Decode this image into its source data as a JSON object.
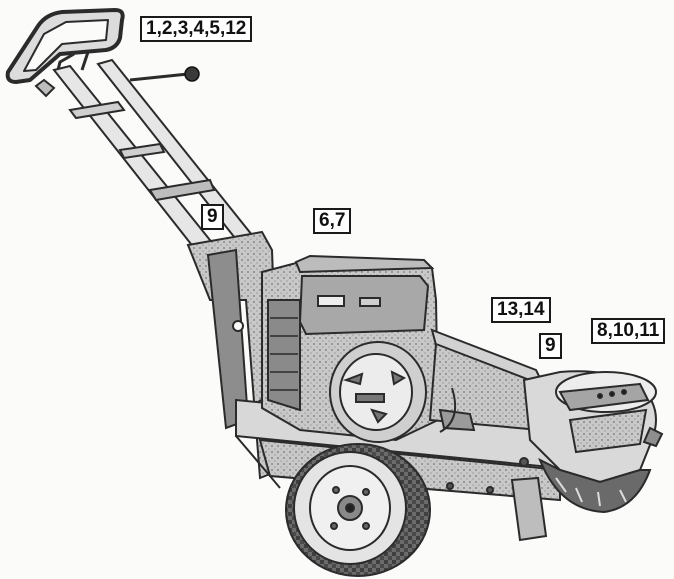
{
  "callouts": {
    "handle": "1,2,3,4,5,12",
    "engine": "6,7",
    "handle_mount": "9",
    "guard_mount": "9",
    "belt": "13,14",
    "cutter_wheel": "8,10,11"
  },
  "colors": {
    "line": "#2b2b2b",
    "shade": "#9a9a9a",
    "light": "#d6d6d6",
    "dark": "#555555",
    "box_border": "#1a1a1a"
  }
}
